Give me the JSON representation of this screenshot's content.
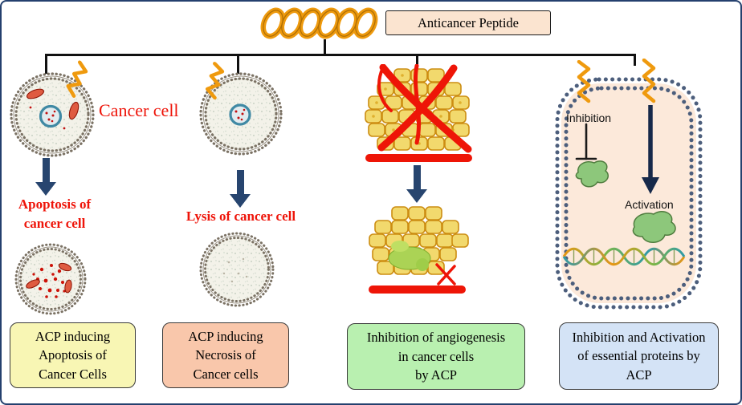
{
  "header": {
    "peptide_label": "Anticancer Peptide"
  },
  "apoptosis": {
    "cell_label": "Cancer cell",
    "process_label": "Apoptosis of\ncancer cell",
    "caption": "ACP inducing\nApoptosis of\nCancer Cells"
  },
  "necrosis": {
    "process_label": "Lysis of cancer cell",
    "caption": "ACP inducing\nNecrosis of\nCancer cells"
  },
  "angiogenesis": {
    "caption": "Inhibition of  angiogenesis\nin cancer cells\nby ACP"
  },
  "proteins": {
    "inhibition_label": "Inhibition",
    "activation_label": "Activation",
    "caption": "Inhibition and Activation\nof essential proteins by\nACP"
  },
  "colors": {
    "canvas_border": "#24406e",
    "connector": "#111111",
    "arrow": "#27456f",
    "red_label": "#ee1409",
    "peptide_orange": "#ef9a0e",
    "peptide_box_bg": "#fbe4d0",
    "caption_apoptosis_bg": "#f8f6b4",
    "caption_necrosis_bg": "#f9c7ab",
    "caption_angiogenesis_bg": "#b9f0b0",
    "caption_proteins_bg": "#d4e3f6"
  }
}
